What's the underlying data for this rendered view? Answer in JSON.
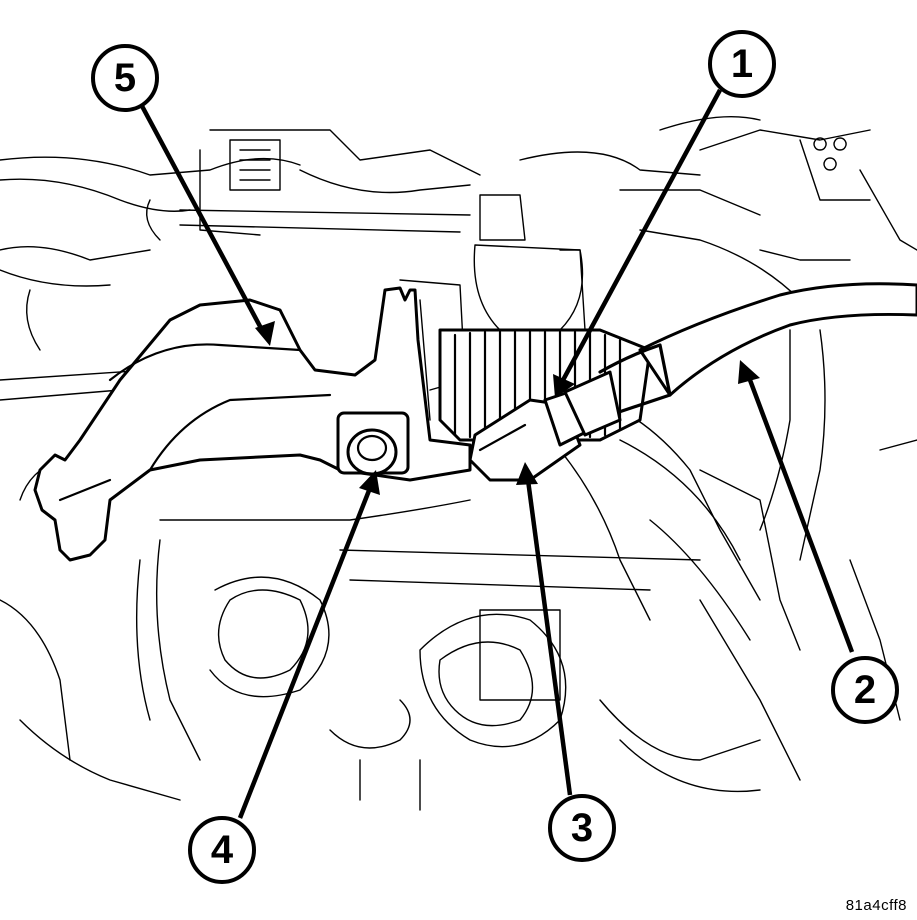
{
  "callouts": {
    "c1": "1",
    "c2": "2",
    "c3": "3",
    "c4": "4",
    "c5": "5"
  },
  "figure_id": "81a4cff8",
  "line_color": "#000000",
  "background": "#ffffff"
}
